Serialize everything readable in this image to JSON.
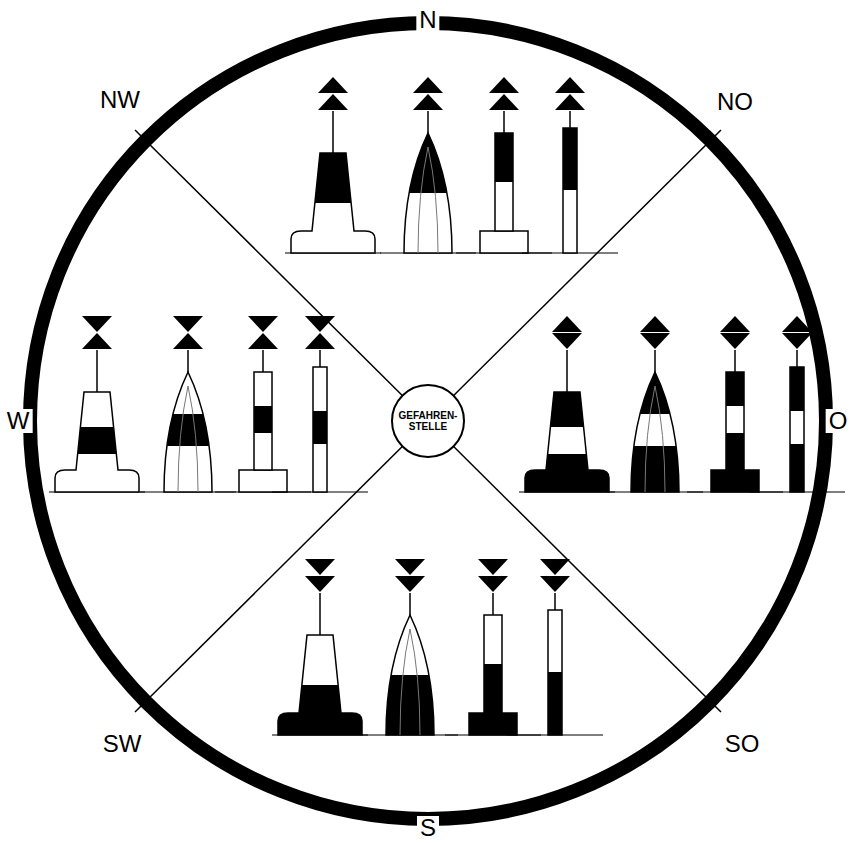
{
  "diagram": {
    "nodes": [
      {
        "text": [
          "GEFAHREN- STELLE"
        ]
      }
    ],
    "labels": [
      "N",
      "NO",
      "O",
      "SO",
      "S",
      "SW",
      "W",
      "NW"
    ]
  }
}
